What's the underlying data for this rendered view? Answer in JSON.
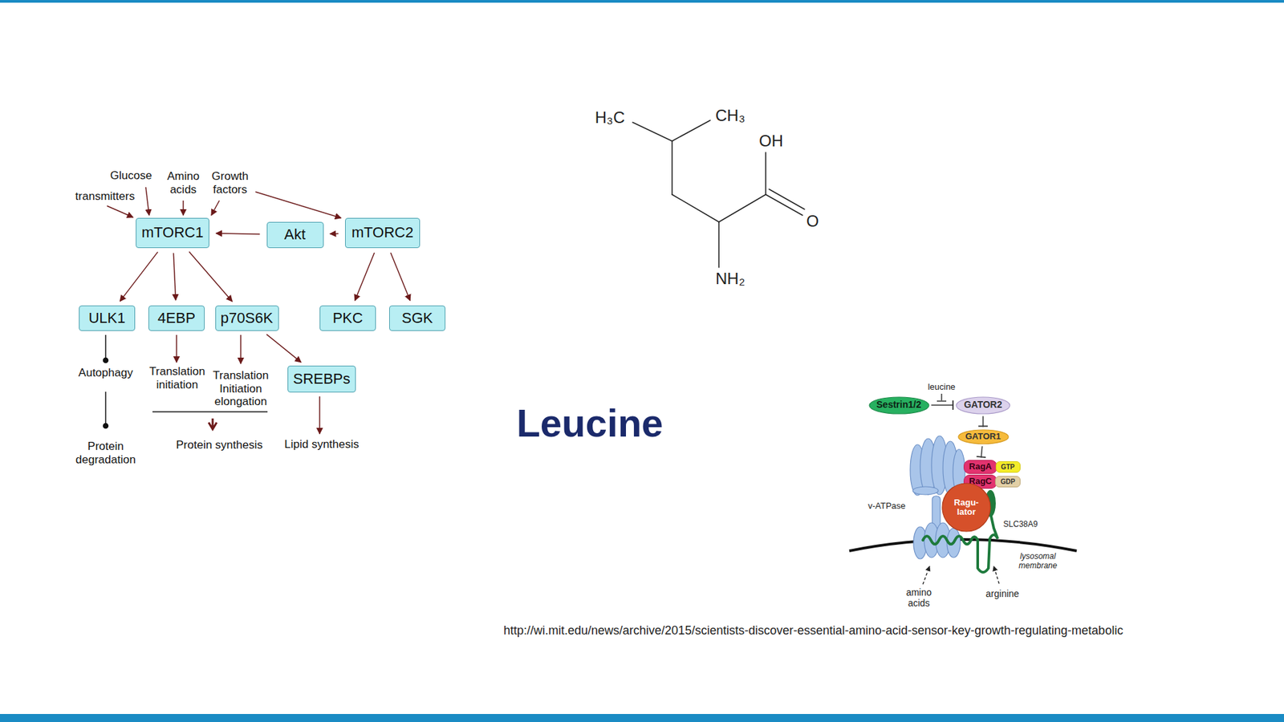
{
  "diagram": {
    "title": "Leucine",
    "caption": "http://wi.mit.edu/news/archive/2015/scientists-discover-essential-amino-acid-sensor-key-growth-regulating-metabolic",
    "nodes": [
      {
        "text": [
          "mTORC1"
        ]
      },
      {
        "text": [
          "Akt"
        ]
      },
      {
        "text": [
          "mTORC2"
        ]
      },
      {
        "text": [
          "ULK1"
        ]
      },
      {
        "text": [
          "4EBP"
        ]
      },
      {
        "text": [
          "p70S6K"
        ]
      },
      {
        "text": [
          "PKC"
        ]
      },
      {
        "text": [
          "SGK"
        ]
      },
      {
        "text": [
          "SREBPs"
        ]
      },
      {
        "text": [
          "Sestrin1/2"
        ]
      },
      {
        "text": [
          "GATOR2"
        ]
      },
      {
        "text": [
          "GATOR1"
        ]
      },
      {
        "text": [
          "RagA"
        ]
      },
      {
        "text": [
          "GTP"
        ]
      },
      {
        "text": [
          "RagC"
        ]
      },
      {
        "text": [
          "GDP"
        ]
      },
      {
        "text": [
          "Ragu- lator"
        ]
      }
    ],
    "edges": [
      {
        "from": 2,
        "to": 1,
        "arrow": "to"
      },
      {
        "from": 1,
        "to": 0,
        "arrow": "to"
      },
      {
        "from": 0,
        "to": 3,
        "arrow": "to"
      },
      {
        "from": 0,
        "to": 4,
        "arrow": "to"
      },
      {
        "from": 0,
        "to": 5,
        "arrow": "to"
      },
      {
        "from": 2,
        "to": 6,
        "arrow": "to"
      },
      {
        "from": 2,
        "to": 7,
        "arrow": "to"
      },
      {
        "from": 5,
        "to": 8,
        "arrow": "to"
      },
      {
        "from": 9,
        "to": 10,
        "arrow": "to"
      },
      {
        "from": 10,
        "to": 11,
        "arrow": "to"
      },
      {
        "from": 11,
        "to": 12,
        "arrow": "to"
      }
    ],
    "labels": [
      "transmitters",
      "Glucose",
      "Amino acids",
      "Growth factors",
      "Autophagy",
      "Translation initiation",
      "Translation Initiation elongation",
      "Protein degradation",
      "Protein synthesis",
      "Lipid synthesis",
      "H₃C",
      "CH₃",
      "OH",
      "O",
      "NH₂",
      "leucine",
      "v-ATPase",
      "SLC38A9",
      "lysosomal membrane",
      "amino acids",
      "arginine"
    ]
  }
}
